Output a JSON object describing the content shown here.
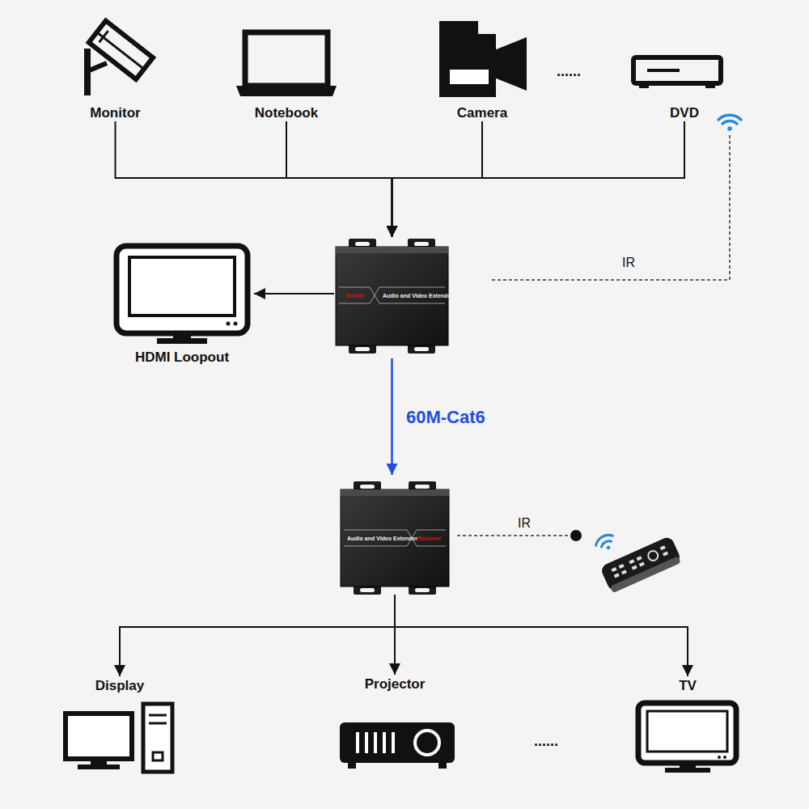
{
  "diagram": {
    "nodes": [
      {
        "text": [
          "Monitor"
        ]
      },
      {
        "text": [
          "Notebook"
        ]
      },
      {
        "text": [
          "Camera"
        ]
      },
      {
        "text": [
          "DVD"
        ]
      },
      {
        "text": [
          "Sender",
          "Audio and Video Extender"
        ]
      },
      {
        "text": [
          "HDMI Loopout"
        ]
      },
      {
        "text": [
          "Audio and Video Extender",
          "Receiver"
        ]
      },
      {
        "text": [
          "Display"
        ]
      },
      {
        "text": [
          "Projector"
        ]
      },
      {
        "text": [
          "TV"
        ]
      }
    ],
    "edges": [
      {
        "from": 0,
        "to": 4,
        "arrow": "to"
      },
      {
        "from": 1,
        "to": 4,
        "arrow": "to"
      },
      {
        "from": 2,
        "to": 4,
        "arrow": "to"
      },
      {
        "from": 3,
        "to": 4,
        "arrow": "to"
      },
      {
        "from": 4,
        "to": 5,
        "arrow": "to"
      },
      {
        "from": 4,
        "to": 6,
        "arrow": "to",
        "label": "60M-Cat6"
      },
      {
        "from": 6,
        "to": 7,
        "arrow": "to"
      },
      {
        "from": 6,
        "to": 8,
        "arrow": "to"
      },
      {
        "from": 6,
        "to": 9,
        "arrow": "to"
      }
    ],
    "labels": [
      "......",
      "IR",
      "IR",
      "......"
    ]
  }
}
